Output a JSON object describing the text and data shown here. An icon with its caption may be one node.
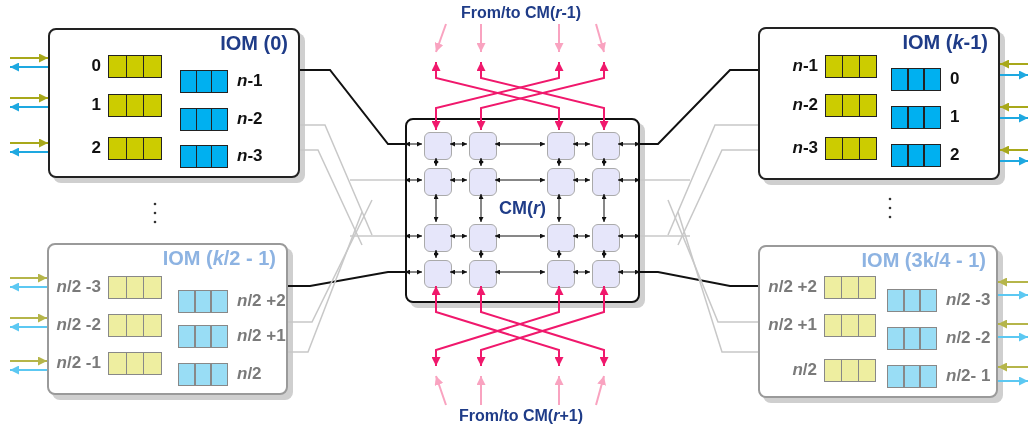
{
  "diagram": {
    "nodes": [
      {
        "text": [
          "From/to CM(*r*-1)"
        ]
      },
      {
        "text": [
          "IOM (0)"
        ]
      },
      {
        "text": [],
        "shape": "box",
        "beside": [
          "0"
        ],
        "in": 1
      },
      {
        "text": [],
        "shape": "box",
        "beside": [
          "1"
        ],
        "in": 1
      },
      {
        "text": [],
        "shape": "box",
        "beside": [
          "2"
        ],
        "in": 1
      },
      {
        "text": [],
        "shape": "box",
        "beside": [
          "*n*-1"
        ],
        "in": 1
      },
      {
        "text": [],
        "shape": "box",
        "beside": [
          "*n*-2"
        ],
        "in": 1
      },
      {
        "text": [],
        "shape": "box",
        "beside": [
          "*n*-3"
        ],
        "in": 1
      },
      {
        "text": [
          "IOM (*k*-1)"
        ]
      },
      {
        "text": [],
        "shape": "box",
        "beside": [
          "*n*-1"
        ],
        "in": 8
      },
      {
        "text": [],
        "shape": "box",
        "beside": [
          "*n*-2"
        ],
        "in": 8
      },
      {
        "text": [],
        "shape": "box",
        "beside": [
          "*n*-3"
        ],
        "in": 8
      },
      {
        "text": [],
        "shape": "box",
        "beside": [
          "0"
        ],
        "in": 8
      },
      {
        "text": [],
        "shape": "box",
        "beside": [
          "1"
        ],
        "in": 8
      },
      {
        "text": [],
        "shape": "box",
        "beside": [
          "2"
        ],
        "in": 8
      },
      {
        "text": [
          "CM(*r*)"
        ]
      },
      {
        "text": [],
        "shape": "box",
        "in": 15
      },
      {
        "text": [],
        "shape": "box",
        "in": 15
      },
      {
        "text": [],
        "shape": "box",
        "in": 15
      },
      {
        "text": [],
        "shape": "box",
        "in": 15
      },
      {
        "text": [],
        "shape": "box",
        "in": 15
      },
      {
        "text": [],
        "shape": "box",
        "in": 15
      },
      {
        "text": [],
        "shape": "box",
        "in": 15
      },
      {
        "text": [],
        "shape": "box",
        "in": 15
      },
      {
        "text": [],
        "shape": "box",
        "in": 15
      },
      {
        "text": [],
        "shape": "box",
        "in": 15
      },
      {
        "text": [],
        "shape": "box",
        "in": 15
      },
      {
        "text": [],
        "shape": "box",
        "in": 15
      },
      {
        "text": [],
        "shape": "box",
        "in": 15
      },
      {
        "text": [],
        "shape": "box",
        "in": 15
      },
      {
        "text": [],
        "shape": "box",
        "in": 15
      },
      {
        "text": [],
        "shape": "box",
        "in": 15
      },
      {
        "text": [
          "IOM (*k*/2 - 1)"
        ]
      },
      {
        "text": [],
        "shape": "box",
        "beside": [
          "*n*/2 -3"
        ],
        "in": 32
      },
      {
        "text": [],
        "shape": "box",
        "beside": [
          "*n*/2 -2"
        ],
        "in": 32
      },
      {
        "text": [],
        "shape": "box",
        "beside": [
          "*n*/2 -1"
        ],
        "in": 32
      },
      {
        "text": [],
        "shape": "box",
        "beside": [
          "*n*/2 +2"
        ],
        "in": 32
      },
      {
        "text": [],
        "shape": "box",
        "beside": [
          "*n*/2 +1"
        ],
        "in": 32
      },
      {
        "text": [],
        "shape": "box",
        "beside": [
          "*n*/2"
        ],
        "in": 32
      },
      {
        "text": [
          "IOM (3k/4 - 1)"
        ]
      },
      {
        "text": [],
        "shape": "box",
        "beside": [
          "*n*/2 +2"
        ],
        "in": 39
      },
      {
        "text": [],
        "shape": "box",
        "beside": [
          "*n*/2 +1"
        ],
        "in": 39
      },
      {
        "text": [],
        "shape": "box",
        "beside": [
          "*n*/2"
        ],
        "in": 39
      },
      {
        "text": [],
        "shape": "box",
        "beside": [
          "*n*/2 -3"
        ],
        "in": 39
      },
      {
        "text": [],
        "shape": "box",
        "beside": [
          "*n*/2 -2"
        ],
        "in": 39
      },
      {
        "text": [],
        "shape": "box",
        "beside": [
          "*n*/2- 1"
        ],
        "in": 39
      },
      {
        "text": [
          "From/to CM(*r*+1)"
        ]
      }
    ],
    "edges": [
      {
        "from": null,
        "to": 1,
        "arrow": "to",
        "color": "#a8a81a"
      },
      {
        "from": 1,
        "to": null,
        "arrow": "to",
        "color": "#1ea8e0"
      },
      {
        "from": null,
        "to": 1,
        "arrow": "to",
        "color": "#a8a81a"
      },
      {
        "from": 1,
        "to": null,
        "arrow": "to",
        "color": "#1ea8e0"
      },
      {
        "from": null,
        "to": 1,
        "arrow": "to",
        "color": "#a8a81a"
      },
      {
        "from": 1,
        "to": null,
        "arrow": "to",
        "color": "#1ea8e0"
      },
      {
        "from": null,
        "to": 8,
        "arrow": "to",
        "color": "#a8a81a"
      },
      {
        "from": 8,
        "to": null,
        "arrow": "to",
        "color": "#1ea8e0"
      },
      {
        "from": null,
        "to": 8,
        "arrow": "to",
        "color": "#a8a81a"
      },
      {
        "from": 8,
        "to": null,
        "arrow": "to",
        "color": "#1ea8e0"
      },
      {
        "from": null,
        "to": 8,
        "arrow": "to",
        "color": "#a8a81a"
      },
      {
        "from": 8,
        "to": null,
        "arrow": "to",
        "color": "#1ea8e0"
      },
      {
        "from": null,
        "to": 32,
        "arrow": "to",
        "color": "#b5b54a"
      },
      {
        "from": 32,
        "to": null,
        "arrow": "to",
        "color": "#5cc8f2"
      },
      {
        "from": null,
        "to": 32,
        "arrow": "to",
        "color": "#b5b54a"
      },
      {
        "from": 32,
        "to": null,
        "arrow": "to",
        "color": "#5cc8f2"
      },
      {
        "from": null,
        "to": 32,
        "arrow": "to",
        "color": "#b5b54a"
      },
      {
        "from": 32,
        "to": null,
        "arrow": "to",
        "color": "#5cc8f2"
      },
      {
        "from": null,
        "to": 39,
        "arrow": "to",
        "color": "#b5b54a"
      },
      {
        "from": 39,
        "to": null,
        "arrow": "to",
        "color": "#5cc8f2"
      },
      {
        "from": null,
        "to": 39,
        "arrow": "to",
        "color": "#b5b54a"
      },
      {
        "from": 39,
        "to": null,
        "arrow": "to",
        "color": "#5cc8f2"
      },
      {
        "from": null,
        "to": 39,
        "arrow": "to",
        "color": "#b5b54a"
      },
      {
        "from": 39,
        "to": null,
        "arrow": "to",
        "color": "#5cc8f2"
      },
      {
        "from": 1,
        "to": 15,
        "arrow": "none"
      },
      {
        "from": 32,
        "to": 15,
        "arrow": "none"
      },
      {
        "from": 15,
        "to": 8,
        "arrow": "none"
      },
      {
        "from": 15,
        "to": 39,
        "arrow": "none"
      },
      {
        "from": 1,
        "to": null,
        "arrow": "none",
        "color": "#c8c8c8"
      },
      {
        "from": 1,
        "to": null,
        "arrow": "none",
        "color": "#c8c8c8"
      },
      {
        "from": 32,
        "to": null,
        "arrow": "none",
        "color": "#c8c8c8"
      },
      {
        "from": 32,
        "to": null,
        "arrow": "none",
        "color": "#c8c8c8"
      },
      {
        "from": 15,
        "to": null,
        "arrow": "none",
        "color": "#c8c8c8"
      },
      {
        "from": 15,
        "to": null,
        "arrow": "none",
        "color": "#c8c8c8"
      },
      {
        "from": 15,
        "to": null,
        "arrow": "none",
        "color": "#c8c8c8"
      },
      {
        "from": 15,
        "to": null,
        "arrow": "none",
        "color": "#c8c8c8"
      },
      {
        "from": 8,
        "to": null,
        "arrow": "none",
        "color": "#c8c8c8"
      },
      {
        "from": 8,
        "to": null,
        "arrow": "none",
        "color": "#c8c8c8"
      },
      {
        "from": 39,
        "to": null,
        "arrow": "none",
        "color": "#c8c8c8"
      },
      {
        "from": 39,
        "to": null,
        "arrow": "none",
        "color": "#c8c8c8"
      },
      {
        "from": 15,
        "to": 16,
        "arrow": "both"
      },
      {
        "from": 15,
        "to": 20,
        "arrow": "both"
      },
      {
        "from": 15,
        "to": 24,
        "arrow": "both"
      },
      {
        "from": 15,
        "to": 28,
        "arrow": "both"
      },
      {
        "from": 15,
        "to": 19,
        "arrow": "both"
      },
      {
        "from": 15,
        "to": 23,
        "arrow": "both"
      },
      {
        "from": 15,
        "to": 27,
        "arrow": "both"
      },
      {
        "from": 15,
        "to": 31,
        "arrow": "both"
      },
      {
        "from": 16,
        "to": 17,
        "arrow": "both"
      },
      {
        "from": 17,
        "to": 18,
        "arrow": "both"
      },
      {
        "from": 18,
        "to": 19,
        "arrow": "both"
      },
      {
        "from": 20,
        "to": 21,
        "arrow": "both"
      },
      {
        "from": 21,
        "to": 22,
        "arrow": "both"
      },
      {
        "from": 22,
        "to": 23,
        "arrow": "both"
      },
      {
        "from": 24,
        "to": 25,
        "arrow": "both"
      },
      {
        "from": 25,
        "to": 26,
        "arrow": "both"
      },
      {
        "from": 26,
        "to": 27,
        "arrow": "both"
      },
      {
        "from": 28,
        "to": 29,
        "arrow": "both"
      },
      {
        "from": 29,
        "to": 30,
        "arrow": "both"
      },
      {
        "from": 30,
        "to": 31,
        "arrow": "both"
      },
      {
        "from": 16,
        "to": 20,
        "arrow": "both"
      },
      {
        "from": 20,
        "to": 24,
        "arrow": "both"
      },
      {
        "from": 24,
        "to": 28,
        "arrow": "both"
      },
      {
        "from": 17,
        "to": 21,
        "arrow": "both"
      },
      {
        "from": 21,
        "to": 25,
        "arrow": "both"
      },
      {
        "from": 25,
        "to": 29,
        "arrow": "both"
      },
      {
        "from": 18,
        "to": 22,
        "arrow": "both"
      },
      {
        "from": 22,
        "to": 26,
        "arrow": "both"
      },
      {
        "from": 26,
        "to": 30,
        "arrow": "both"
      },
      {
        "from": 19,
        "to": 23,
        "arrow": "both"
      },
      {
        "from": 23,
        "to": 27,
        "arrow": "both"
      },
      {
        "from": 27,
        "to": 31,
        "arrow": "both"
      },
      {
        "from": null,
        "to": 16,
        "arrow": "both",
        "color": "#f0186c"
      },
      {
        "from": null,
        "to": 17,
        "arrow": "both",
        "color": "#f0186c"
      },
      {
        "from": null,
        "to": 18,
        "arrow": "both",
        "color": "#f0186c"
      },
      {
        "from": null,
        "to": 19,
        "arrow": "both",
        "color": "#f0186c"
      },
      {
        "from": null,
        "to": 28,
        "arrow": "both",
        "color": "#f0186c"
      },
      {
        "from": null,
        "to": 29,
        "arrow": "both",
        "color": "#f0186c"
      },
      {
        "from": null,
        "to": 30,
        "arrow": "both",
        "color": "#f0186c"
      },
      {
        "from": null,
        "to": 31,
        "arrow": "both",
        "color": "#f0186c"
      },
      {
        "from": 0,
        "to": null,
        "arrow": "to",
        "color": "#f9a3c0"
      },
      {
        "from": 0,
        "to": null,
        "arrow": "to",
        "color": "#f9a3c0"
      },
      {
        "from": 0,
        "to": null,
        "arrow": "to",
        "color": "#f9a3c0"
      },
      {
        "from": 0,
        "to": null,
        "arrow": "to",
        "color": "#f9a3c0"
      },
      {
        "from": 46,
        "to": null,
        "arrow": "to",
        "color": "#f9a3c0"
      },
      {
        "from": 46,
        "to": null,
        "arrow": "to",
        "color": "#f9a3c0"
      },
      {
        "from": 46,
        "to": null,
        "arrow": "to",
        "color": "#f9a3c0"
      },
      {
        "from": 46,
        "to": null,
        "arrow": "to",
        "color": "#f9a3c0"
      }
    ]
  }
}
